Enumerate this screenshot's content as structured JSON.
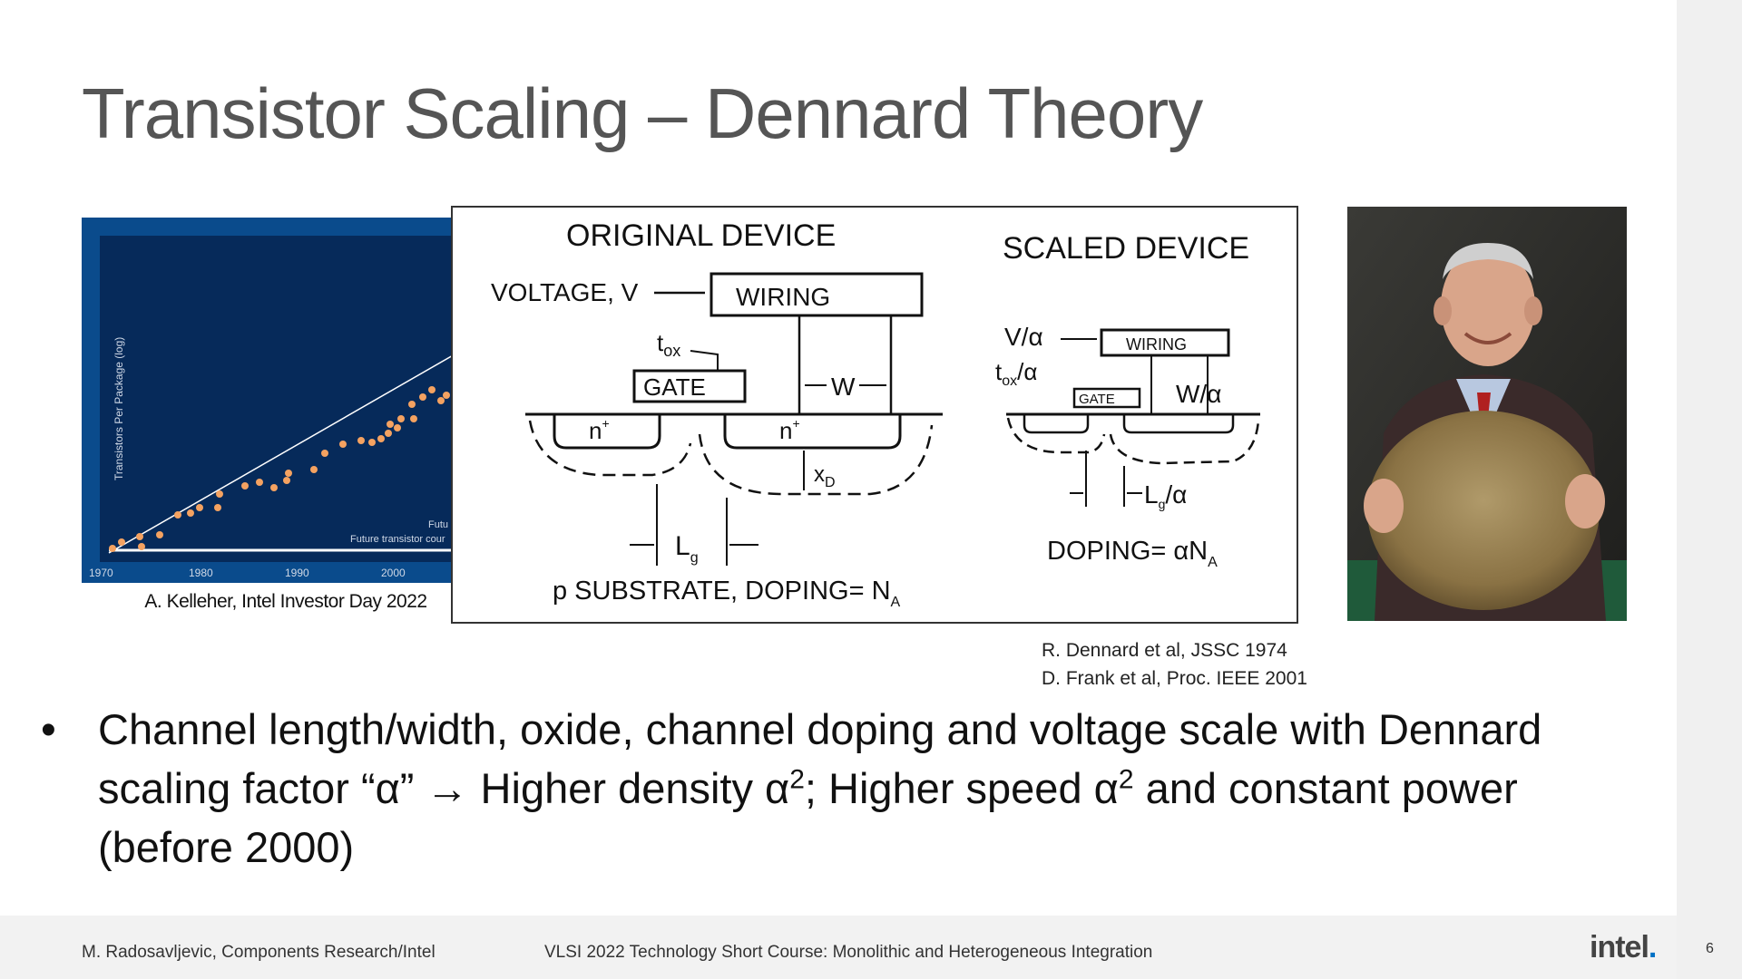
{
  "slide": {
    "title": "Transistor Scaling – Dennard Theory",
    "chart": {
      "ylabel": "Transistors Per Package (log)",
      "xticks": [
        "1970",
        "1980",
        "1990",
        "2000"
      ],
      "legend_1": "Futu",
      "legend_2": "Future transistor cour"
    },
    "caption": "A. Kelleher, Intel Investor Day 2022",
    "diagram": {
      "original_title": "ORIGINAL DEVICE",
      "voltage": "VOLTAGE, V",
      "wiring": "WIRING",
      "tox": "t",
      "tox_sub": "ox",
      "gate": "GATE",
      "w": "W",
      "nplus": "n",
      "xd": "x",
      "xd_sub": "D",
      "lg": "L",
      "lg_sub": "g",
      "substrate": "p SUBSTRATE, DOPING= N",
      "substrate_sub": "A",
      "scaled_title": "SCALED DEVICE",
      "v_alpha": "V/α",
      "scaled_wiring": "WIRING",
      "tox_alpha": "t",
      "tox_alpha_sub": "ox",
      "tox_alpha_suffix": "/α",
      "scaled_gate": "GATE",
      "w_alpha": "W/α",
      "lg_alpha": "L",
      "lg_alpha_sub": "g",
      "lg_alpha_suffix": "/α",
      "doping": "DOPING= αN",
      "doping_sub": "A"
    },
    "refs": [
      "R. Dennard et al, JSSC 1974",
      "D. Frank et al, Proc. IEEE 2001"
    ],
    "bullet": {
      "line1": "Channel length/width, oxide, channel doping and voltage scale with Dennard",
      "line2a": "scaling factor “α” ",
      "arrow": "→",
      "line2b": " Higher density α",
      "sup1": "2",
      "line2c": "; Higher speed α",
      "sup2": "2",
      "line2d": " and constant power",
      "line3": "(before 2000)"
    },
    "footer": {
      "author": "M. Radosavljevic, Components Research/Intel",
      "course": "VLSI 2022 Technology Short Course: Monolithic and Heterogeneous Integration",
      "logo": "intel",
      "page": "6"
    },
    "colors": {
      "chart_bg": "#0a4b8c",
      "chart_plot": "#062a5a",
      "dots": "#f4a261",
      "logo_dot": "#0071c5"
    }
  }
}
